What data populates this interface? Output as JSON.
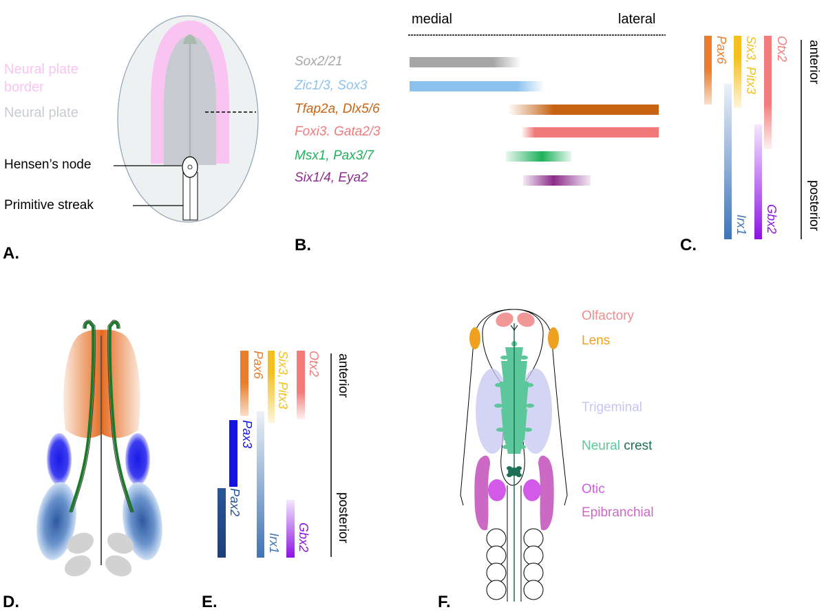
{
  "panels": {
    "a": {
      "letter": "A.",
      "labels": {
        "border_line1": "Neural plate",
        "border_line2": "border",
        "neural_plate": "Neural plate",
        "hensens_node": "Hensen’s node",
        "primitive_streak": "Primitive streak"
      }
    },
    "b": {
      "letter": "B.",
      "axis_left": "medial",
      "axis_right": "lateral",
      "genes": [
        {
          "label": "Sox2/21",
          "color": "#a6a6a6"
        },
        {
          "label": "Zic1/3, Sox3",
          "color": "#8cc3ee"
        },
        {
          "label": "Tfap2a, Dlx5/6",
          "color": "#c66414"
        },
        {
          "label": "Foxi3. Gata2/3",
          "color": "#f07a7a"
        },
        {
          "label": "Msx1, Pax3/7",
          "color": "#1db15a"
        },
        {
          "label": "Six1/4, Eya2",
          "color": "#8b2c8b"
        }
      ]
    },
    "c": {
      "letter": "C.",
      "anterior": "anterior",
      "posterior": "posterior",
      "genes": {
        "pax6": "Pax6",
        "six3": "Six3, Pitx3",
        "otx2": "Otx2",
        "irx1": "Irx1",
        "gbx2": "Gbx2"
      }
    },
    "d": {
      "letter": "D."
    },
    "e": {
      "letter": "E.",
      "anterior": "anterior",
      "posterior": "posterior",
      "genes": {
        "pax6": "Pax6",
        "six3": "Six3, Pitx3",
        "otx2": "Otx2",
        "pax3": "Pax3",
        "pax2": "Pax2",
        "irx1": "Irx1",
        "gbx2": "Gbx2"
      }
    },
    "f": {
      "letter": "F.",
      "labels": {
        "olfactory": "Olfactory",
        "lens": "Lens",
        "trigeminal": "Trigeminal",
        "neural": "Neural",
        "crest": "crest",
        "otic": "Otic",
        "epibranchial": "Epibranchial"
      }
    }
  },
  "colors": {
    "neural_plate_border": "#f9c4f2",
    "neural_plate": "#c7cbd1",
    "pax6": "#ea7d2c",
    "six3": "#f4c020",
    "otx2": "#f27c7c",
    "irx1": "#3f74b6",
    "gbx2": "#8d12e6",
    "pax3": "#1414e0",
    "pax2": "#27508f",
    "olfactory": "#f08c8c",
    "lens": "#f0a020",
    "trigeminal": "#c6c6f2",
    "neural_crest": "#5cc79a",
    "neural_crest_dark": "#1c6f55",
    "otic": "#d35ae8",
    "epibranchial": "#cc69c4"
  }
}
